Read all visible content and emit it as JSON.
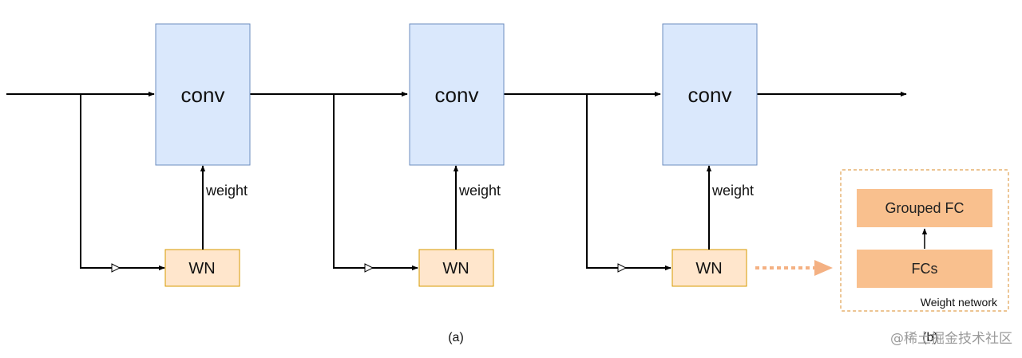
{
  "blocks": [
    {
      "conv_label": "conv",
      "weight_label": "weight",
      "wn_label": "WN"
    },
    {
      "conv_label": "conv",
      "weight_label": "weight",
      "wn_label": "WN"
    },
    {
      "conv_label": "conv",
      "weight_label": "weight",
      "wn_label": "WN"
    }
  ],
  "weight_network": {
    "top_label": "Grouped FC",
    "bottom_label": "FCs",
    "title": "Weight network"
  },
  "captions": {
    "a": "(a)",
    "b": "(b)"
  },
  "watermark": "@稀土掘金技术社区",
  "colors": {
    "conv_fill": "#dae8fc",
    "conv_stroke": "#6c8ebf",
    "wn_fill": "#ffe6cc",
    "wn_stroke": "#d79b00",
    "fc_fill": "#f9c08e",
    "dotted_arrow": "#f4b183"
  }
}
